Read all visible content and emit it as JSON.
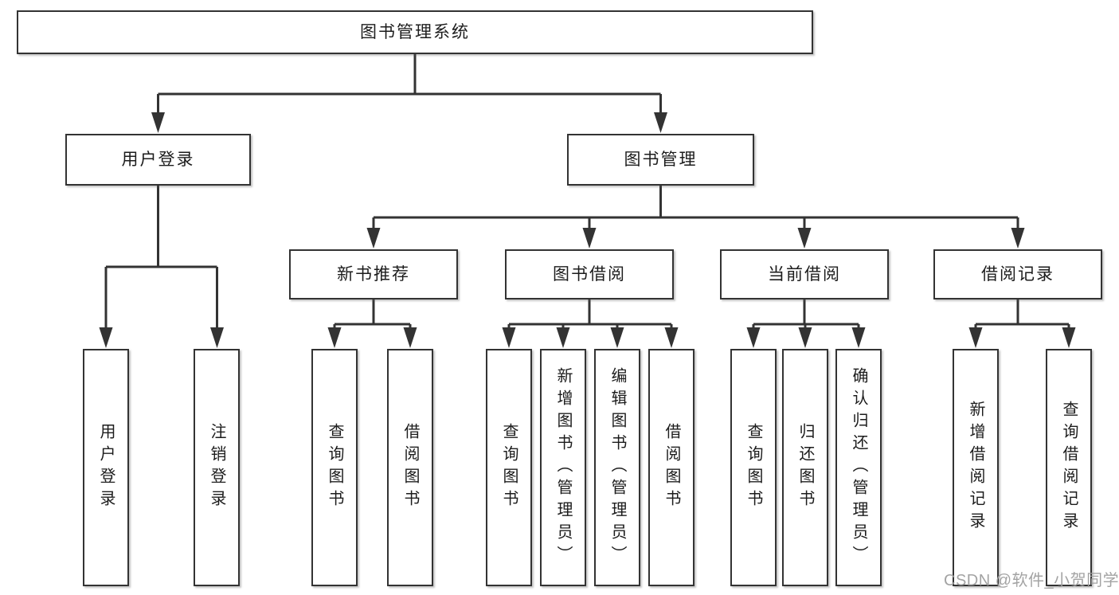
{
  "diagram": {
    "type": "hierarchy-structure-chart",
    "colors": {
      "background": "#ffffff",
      "line": "#333333",
      "box_border": "#333333",
      "text": "#1c1c1c",
      "watermark": "#9e9e9e"
    },
    "tree": {
      "label": "图书管理系统",
      "children": [
        {
          "label": "用户登录",
          "children": [
            {
              "label": "用户登录"
            },
            {
              "label": "注销登录"
            }
          ]
        },
        {
          "label": "图书管理",
          "children": [
            {
              "label": "新书推荐",
              "children": [
                {
                  "label": "查询图书"
                },
                {
                  "label": "借阅图书"
                }
              ]
            },
            {
              "label": "图书借阅",
              "children": [
                {
                  "label": "查询图书"
                },
                {
                  "label": "新增图书（管理员）"
                },
                {
                  "label": "编辑图书（管理员）"
                },
                {
                  "label": "借阅图书"
                }
              ]
            },
            {
              "label": "当前借阅",
              "children": [
                {
                  "label": "查询图书"
                },
                {
                  "label": "归还图书"
                },
                {
                  "label": "确认归还（管理员）"
                }
              ]
            },
            {
              "label": "借阅记录",
              "children": [
                {
                  "label": "新增借阅记录"
                },
                {
                  "label": "查询借阅记录"
                }
              ]
            }
          ]
        }
      ]
    }
  },
  "watermark": {
    "text": "CSDN @软件_小贺同学"
  }
}
